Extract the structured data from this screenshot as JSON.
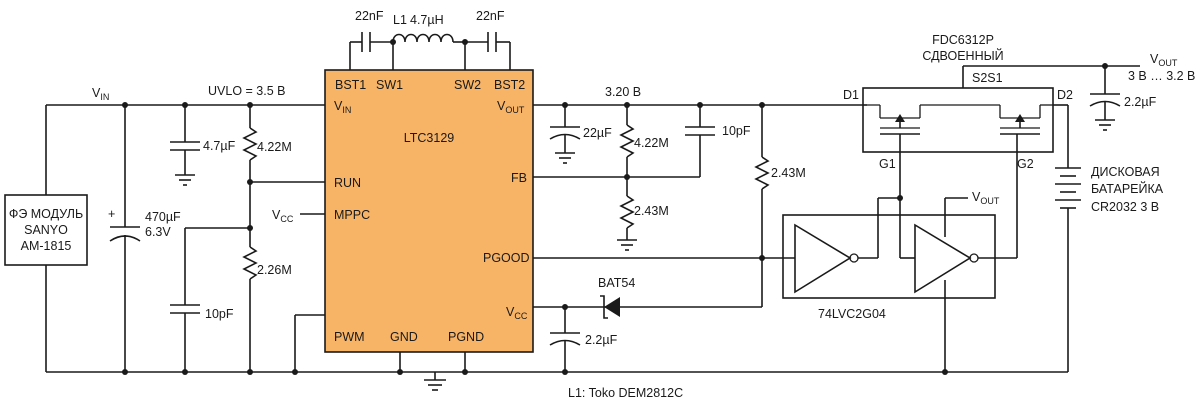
{
  "ic": {
    "name": "LTC3129",
    "pins": {
      "bst1": "BST1",
      "sw1": "SW1",
      "sw2": "SW2",
      "bst2": "BST2",
      "vin": "V",
      "vin_sub": "IN",
      "run": "RUN",
      "mppc": "MPPC",
      "pwm": "PWM",
      "gnd": "GND",
      "pgnd": "PGND",
      "vout": "V",
      "vout_sub": "OUT",
      "fb": "FB",
      "pgood": "PGOOD",
      "vcc": "V",
      "vcc_sub": "CC"
    }
  },
  "inductor": {
    "ref": "L1",
    "value": "4.7µH",
    "bst_cap_left": "22nF",
    "bst_cap_right": "22nF"
  },
  "source": {
    "line1": "ФЭ МОДУЛЬ",
    "line2": "SANYO",
    "line3": "AM-1815"
  },
  "input": {
    "vin": "V",
    "vin_sub": "IN",
    "uvlo": "UVLO = 3.5 В",
    "bulk_cap_line1": "470µF",
    "bulk_cap_line2": "6.3V",
    "decoupling_cap": "4.7µF",
    "r_top": "4.22M",
    "r_bottom": "2.26M",
    "mppc_cap": "10pF",
    "vcc": "V",
    "vcc_sub": "CC"
  },
  "output": {
    "voltage": "3.20 В",
    "cap_out": "22µF",
    "r_fb_top": "4.22M",
    "r_fb_bottom": "2.43M",
    "cap_ff": "10pF",
    "r_pullup": "2.43M"
  },
  "vcc_circuit": {
    "diode": "BAT54",
    "cap": "2.2µF"
  },
  "switch": {
    "part": "FDC6312P",
    "desc": "СДВОЕННЫЙ",
    "label": "S2S1",
    "d1": "D1",
    "d2": "D2",
    "g1": "G1",
    "g2": "G2"
  },
  "vout_rail": {
    "label": "V",
    "label_sub": "OUT",
    "range": "3 В … 3.2 В",
    "cap": "2.2µF"
  },
  "battery": {
    "line1": "ДИСКОВАЯ",
    "line2": "БАТАРЕЙКА",
    "line3": "CR2032  3 В"
  },
  "logic": {
    "part": "74LVC2G04",
    "vout": "V",
    "vout_sub": "OUT"
  },
  "footnote": "L1: Toko DEM2812C"
}
